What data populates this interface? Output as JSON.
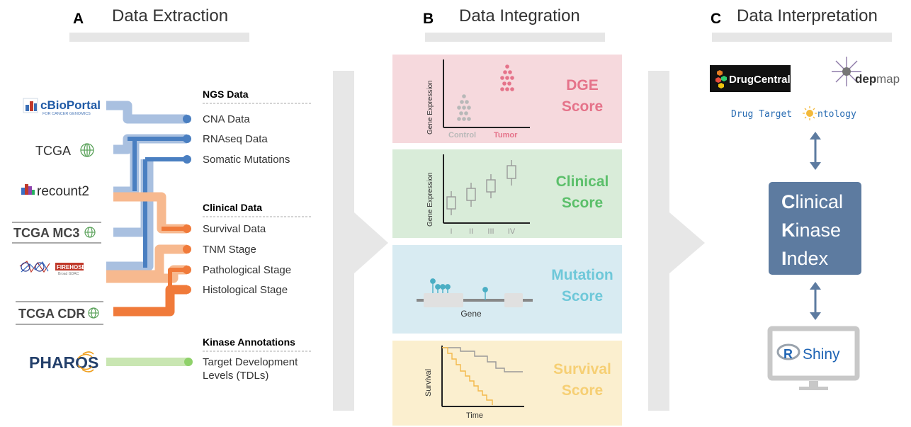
{
  "panels": {
    "a": {
      "letter": "A",
      "title": "Data Extraction"
    },
    "b": {
      "letter": "B",
      "title": "Data Integration"
    },
    "c": {
      "letter": "C",
      "title": "Data Interpretation"
    }
  },
  "sources": {
    "cbioportal": {
      "name": "cBioPortal",
      "sub": "FOR CANCER GENOMICS"
    },
    "tcga": "TCGA",
    "recount2": "recount2",
    "tcga_mc3": "TCGA MC3",
    "firehose": {
      "name": "FIREHOSE",
      "sub": "Broad GDAC"
    },
    "tcga_cdr": "TCGA CDR",
    "pharos": "PHAROS"
  },
  "data_types": {
    "ngs_header": "NGS Data",
    "cna": "CNA Data",
    "rnaseq": "RNAseq Data",
    "somatic": "Somatic Mutations",
    "clinical_header": "Clinical Data",
    "survival": "Survival Data",
    "tnm": "TNM Stage",
    "pathological": "Pathological Stage",
    "histological": "Histological Stage",
    "kinase_header": "Kinase Annotations",
    "tdl_line1": "Target Development",
    "tdl_line2": "Levels (TDLs)"
  },
  "scores": {
    "dge": {
      "line1": "DGE",
      "line2": "Score",
      "ylabel": "Gene Expression",
      "x1": "Control",
      "x2": "Tumor"
    },
    "clinical": {
      "line1": "Clinical",
      "line2": "Score",
      "ylabel": "Gene Expression",
      "stages": [
        "I",
        "II",
        "III",
        "IV"
      ]
    },
    "mutation": {
      "line1": "Mutation",
      "line2": "Score",
      "gene": "Gene"
    },
    "survival": {
      "line1": "Survival",
      "line2": "Score",
      "ylabel": "Survival",
      "xlabel": "Time"
    }
  },
  "interpretation": {
    "drugcentral": "DrugCentral",
    "depmap_a": "dep",
    "depmap_b": "map",
    "dto_a": "Drug Target ",
    "dto_b": "ntology",
    "cki": {
      "c1": "C",
      "c2": "linical",
      "k1": "K",
      "k2": "inase",
      "i1": "I",
      "i2": "ndex"
    },
    "shiny": "Shiny",
    "r_logo": "R"
  },
  "colors": {
    "blue": "#4a7fc1",
    "blue_light": "#a9c0e0",
    "orange": "#f07a3a",
    "orange_light": "#f7b98f",
    "green": "#8fd16a",
    "green_light": "#c9e6b2",
    "dge_bg": "#f6d9dd",
    "dge_text": "#e5738a",
    "clinical_bg": "#d9ecd9",
    "clinical_text": "#5bbf6a",
    "mutation_bg": "#d8ebf2",
    "mutation_text": "#6fc8d9",
    "survival_bg": "#fbefcf",
    "survival_text": "#f6cf74",
    "cki_box": "#5d7ba0"
  }
}
